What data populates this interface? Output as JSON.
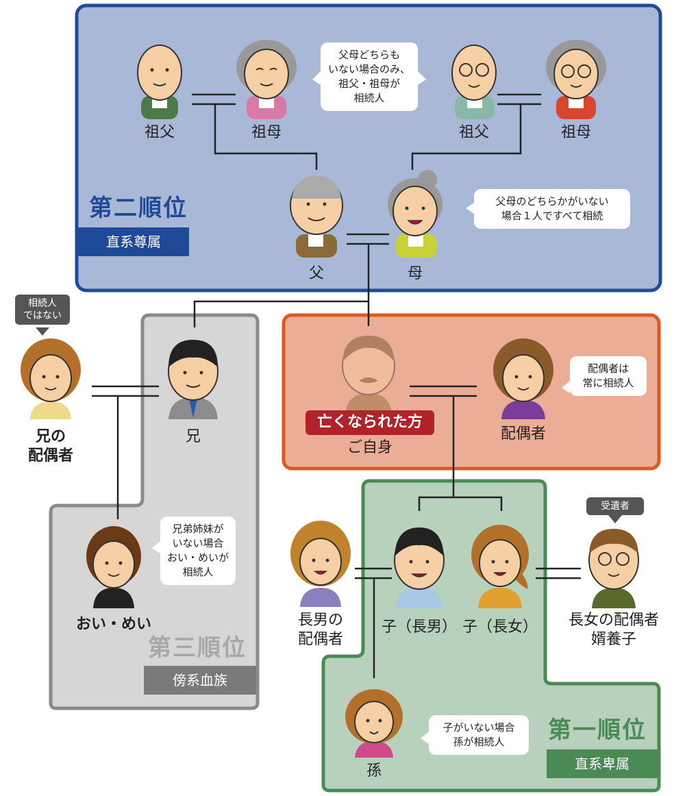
{
  "colors": {
    "second_rank_fill": "#aab8d8",
    "second_rank_border": "#1f4a9a",
    "third_rank_fill": "#d6d6d6",
    "third_rank_border": "#8a8a8a",
    "deceased_fill": "#ebad95",
    "deceased_border": "#d95a22",
    "first_rank_fill": "#b7d1bd",
    "first_rank_border": "#4a8a55",
    "deceased_badge": "#b0232a",
    "label_tag": "#555555"
  },
  "second_rank": {
    "title": "第二順位",
    "badge": "直系尊属",
    "grandfather_paternal": "祖父",
    "grandmother_paternal": "祖母",
    "grandfather_maternal": "祖父",
    "grandmother_maternal": "祖母",
    "father": "父",
    "mother": "母",
    "bubble_grandparents": [
      "父母どちらも",
      "いない場合のみ、",
      "祖父・祖母が",
      "相続人"
    ],
    "bubble_parents": [
      "父母のどちらかがいない",
      "場合１人ですべて相続"
    ]
  },
  "third_rank": {
    "title": "第三順位",
    "badge": "傍系血族",
    "brother": "兄",
    "brother_spouse": [
      "兄の",
      "配偶者"
    ],
    "brother_spouse_tag": [
      "相続人",
      "ではない"
    ],
    "nephew_niece": "おい・めい",
    "bubble": [
      "兄弟姉妹が",
      "いない場合",
      "おい・めいが",
      "相続人"
    ]
  },
  "deceased": {
    "badge": "亡くなられた方",
    "label": "ご自身",
    "spouse": "配偶者",
    "bubble_spouse": [
      "配偶者は",
      "常に相続人"
    ]
  },
  "first_rank": {
    "title": "第一順位",
    "badge": "直系卑属",
    "eldest_son": "子（長男）",
    "eldest_daughter": "子（長女）",
    "son_spouse": [
      "長男の",
      "配偶者"
    ],
    "daughter_spouse": [
      "長女の配偶者",
      "婿養子"
    ],
    "daughter_spouse_tag": "受遺者",
    "grandchild": "孫",
    "bubble": [
      "子がいない場合",
      "孫が相続人"
    ]
  }
}
